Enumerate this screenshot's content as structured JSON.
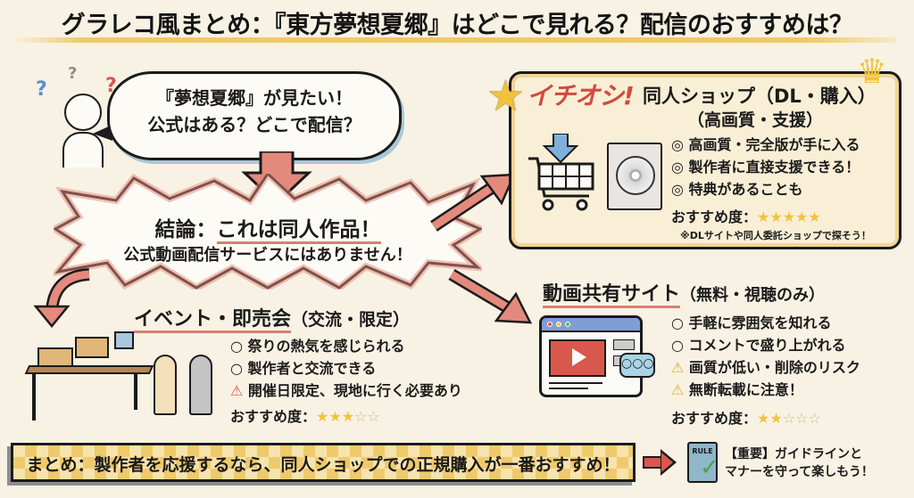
{
  "title": "グラレコ風まとめ：『東方夢想夏郷』はどこで見れる？配信のおすすめは？",
  "question": {
    "line1": "『夢想夏郷』が見たい！",
    "line2": "公式はある？どこで配信？",
    "marks": [
      "?",
      "?",
      "?"
    ]
  },
  "conclusion": {
    "label": "結論：",
    "headline": "これは同人作品！",
    "sub": "公式動画配信サービスにはありません！"
  },
  "shop": {
    "badge": "イチオシ!",
    "title": "同人ショップ（DL・購入）",
    "subtitle": "（高画質・支援）",
    "points": [
      "◎ 高画質・完全版が手に入る",
      "◎ 製作者に直接支援できる！",
      "◎ 特典があることも"
    ],
    "rating_label": "おすすめ度：",
    "rating_stars": "★★★★★",
    "rating_empty": "",
    "rating": 5,
    "note": "※DLサイトや同人委託ショップで探そう！"
  },
  "event": {
    "title": "イベント・即売会",
    "subtitle": "（交流・限定）",
    "points": [
      "○ 祭りの熱気を感じられる",
      "○ 製作者と交流できる"
    ],
    "warning_icon": "⚠",
    "warning": "開催日限定、現地に行く必要あり",
    "rating_label": "おすすめ度：",
    "rating_stars": "★★★",
    "rating_empty": "☆☆",
    "rating": 3
  },
  "video": {
    "title": "動画共有サイト",
    "subtitle": "（無料・視聴のみ）",
    "points": [
      "○ 手軽に雰囲気を知れる",
      "○ コメントで盛り上がれる"
    ],
    "warning_icon": "⚠",
    "warnings": [
      "画質が低い・削除のリスク",
      "無断転載に注意！"
    ],
    "rating_label": "おすすめ度：",
    "rating_stars": "★★",
    "rating_empty": "☆☆☆",
    "rating": 2,
    "chat_dots": "○○○"
  },
  "summary": {
    "text": "まとめ：製作者を応援するなら、同人ショップでの正規購入が一番おすすめ！"
  },
  "rule": {
    "book_label": "RULE",
    "line1": "【重要】ガイドラインと",
    "line2": "マナーを守って楽しもう！"
  },
  "colors": {
    "background": "#f8f2e4",
    "accent_red": "#d9574c",
    "accent_yellow": "#f2c23c",
    "accent_blue": "#7f9ed6"
  }
}
